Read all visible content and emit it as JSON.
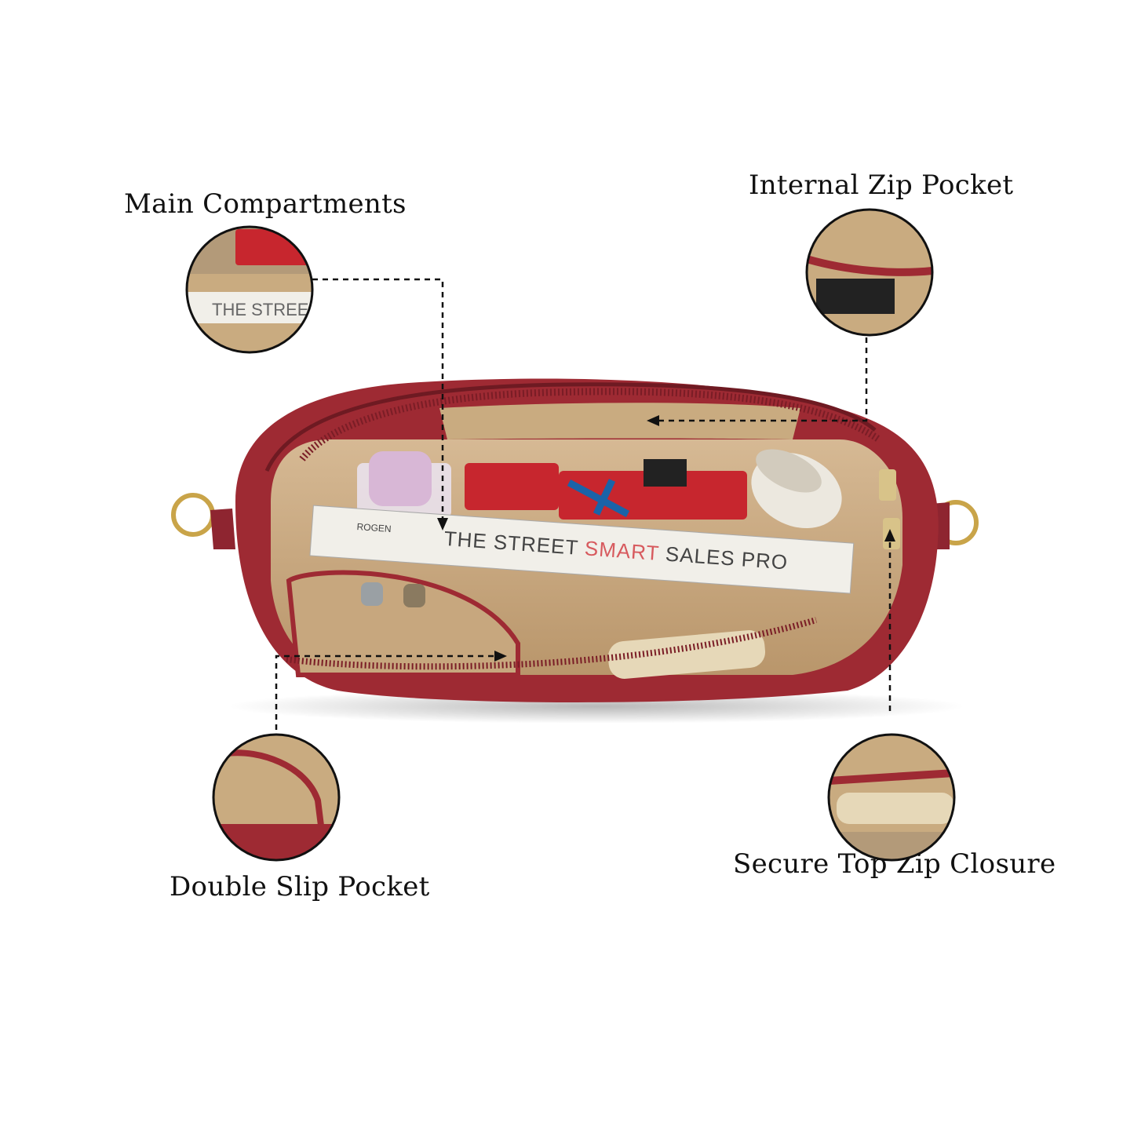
{
  "labels": {
    "main_compartments": "Main Compartments",
    "internal_zip_pocket": "Internal Zip Pocket",
    "double_slip_pocket": "Double Slip Pocket",
    "secure_top_zip_closure": "Secure Top Zip Closure"
  },
  "book": {
    "author": "ROGEN",
    "title_part1": "THE STREET ",
    "title_part2": "SMART",
    "title_part3": " SALES PRO"
  },
  "zoom_book_text": "THE STREE",
  "colors": {
    "bag_red": "#9e2a33",
    "lining": "#c7a77e",
    "ink": "#111111"
  }
}
